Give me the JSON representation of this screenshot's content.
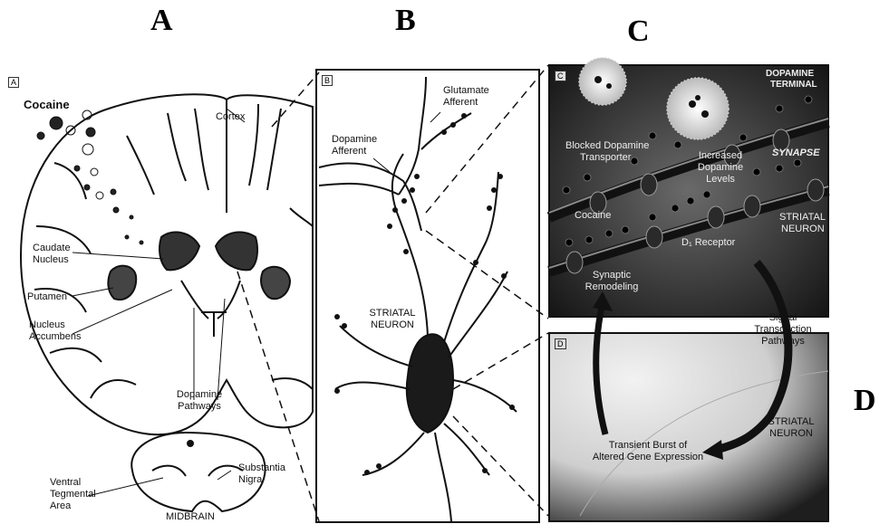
{
  "panel_letters": {
    "a": "A",
    "b": "B",
    "c": "C",
    "d": "D"
  },
  "panel_tags": {
    "a": "A",
    "b": "B",
    "c": "C",
    "d": "D"
  },
  "panel_a": {
    "cocaine": "Cocaine",
    "cortex": "Cortex",
    "caudate_line1": "Caudate",
    "caudate_line2": "Nucleus",
    "putamen": "Putamen",
    "accumbens_line1": "Nucleus",
    "accumbens_line2": "Accumbens",
    "pathways_line1": "Dopamine",
    "pathways_line2": "Pathways",
    "vta_line1": "Ventral",
    "vta_line2": "Tegmental",
    "vta_line3": "Area",
    "sn_line1": "Substantia",
    "sn_line2": "Nigra",
    "midbrain": "MIDBRAIN"
  },
  "panel_b": {
    "glutamate_line1": "Glutamate",
    "glutamate_line2": "Afferent",
    "dopamine_line1": "Dopamine",
    "dopamine_line2": "Afferent",
    "neuron_line1": "STRIATAL",
    "neuron_line2": "NEURON"
  },
  "panel_c": {
    "terminal_line1": "DOPAMINE",
    "terminal_line2": "TERMINAL",
    "blocked_line1": "Blocked Dopamine",
    "blocked_line2": "Transporter",
    "increased_line1": "Increased",
    "increased_line2": "Dopamine",
    "increased_line3": "Levels",
    "synapse": "SYNAPSE",
    "cocaine": "Cocaine",
    "neuron_line1": "STRIATAL",
    "neuron_line2": "NEURON",
    "receptor": "D₁ Receptor",
    "remodel_line1": "Synaptic",
    "remodel_line2": "Remodeling"
  },
  "panel_d": {
    "signal_line1": "Signal",
    "signal_line2": "Transduction",
    "signal_line3": "Pathways",
    "neuron_line1": "STRIATAL",
    "neuron_line2": "NEURON",
    "burst_line1": "Transient Burst of",
    "burst_line2": "Altered Gene Expression"
  }
}
